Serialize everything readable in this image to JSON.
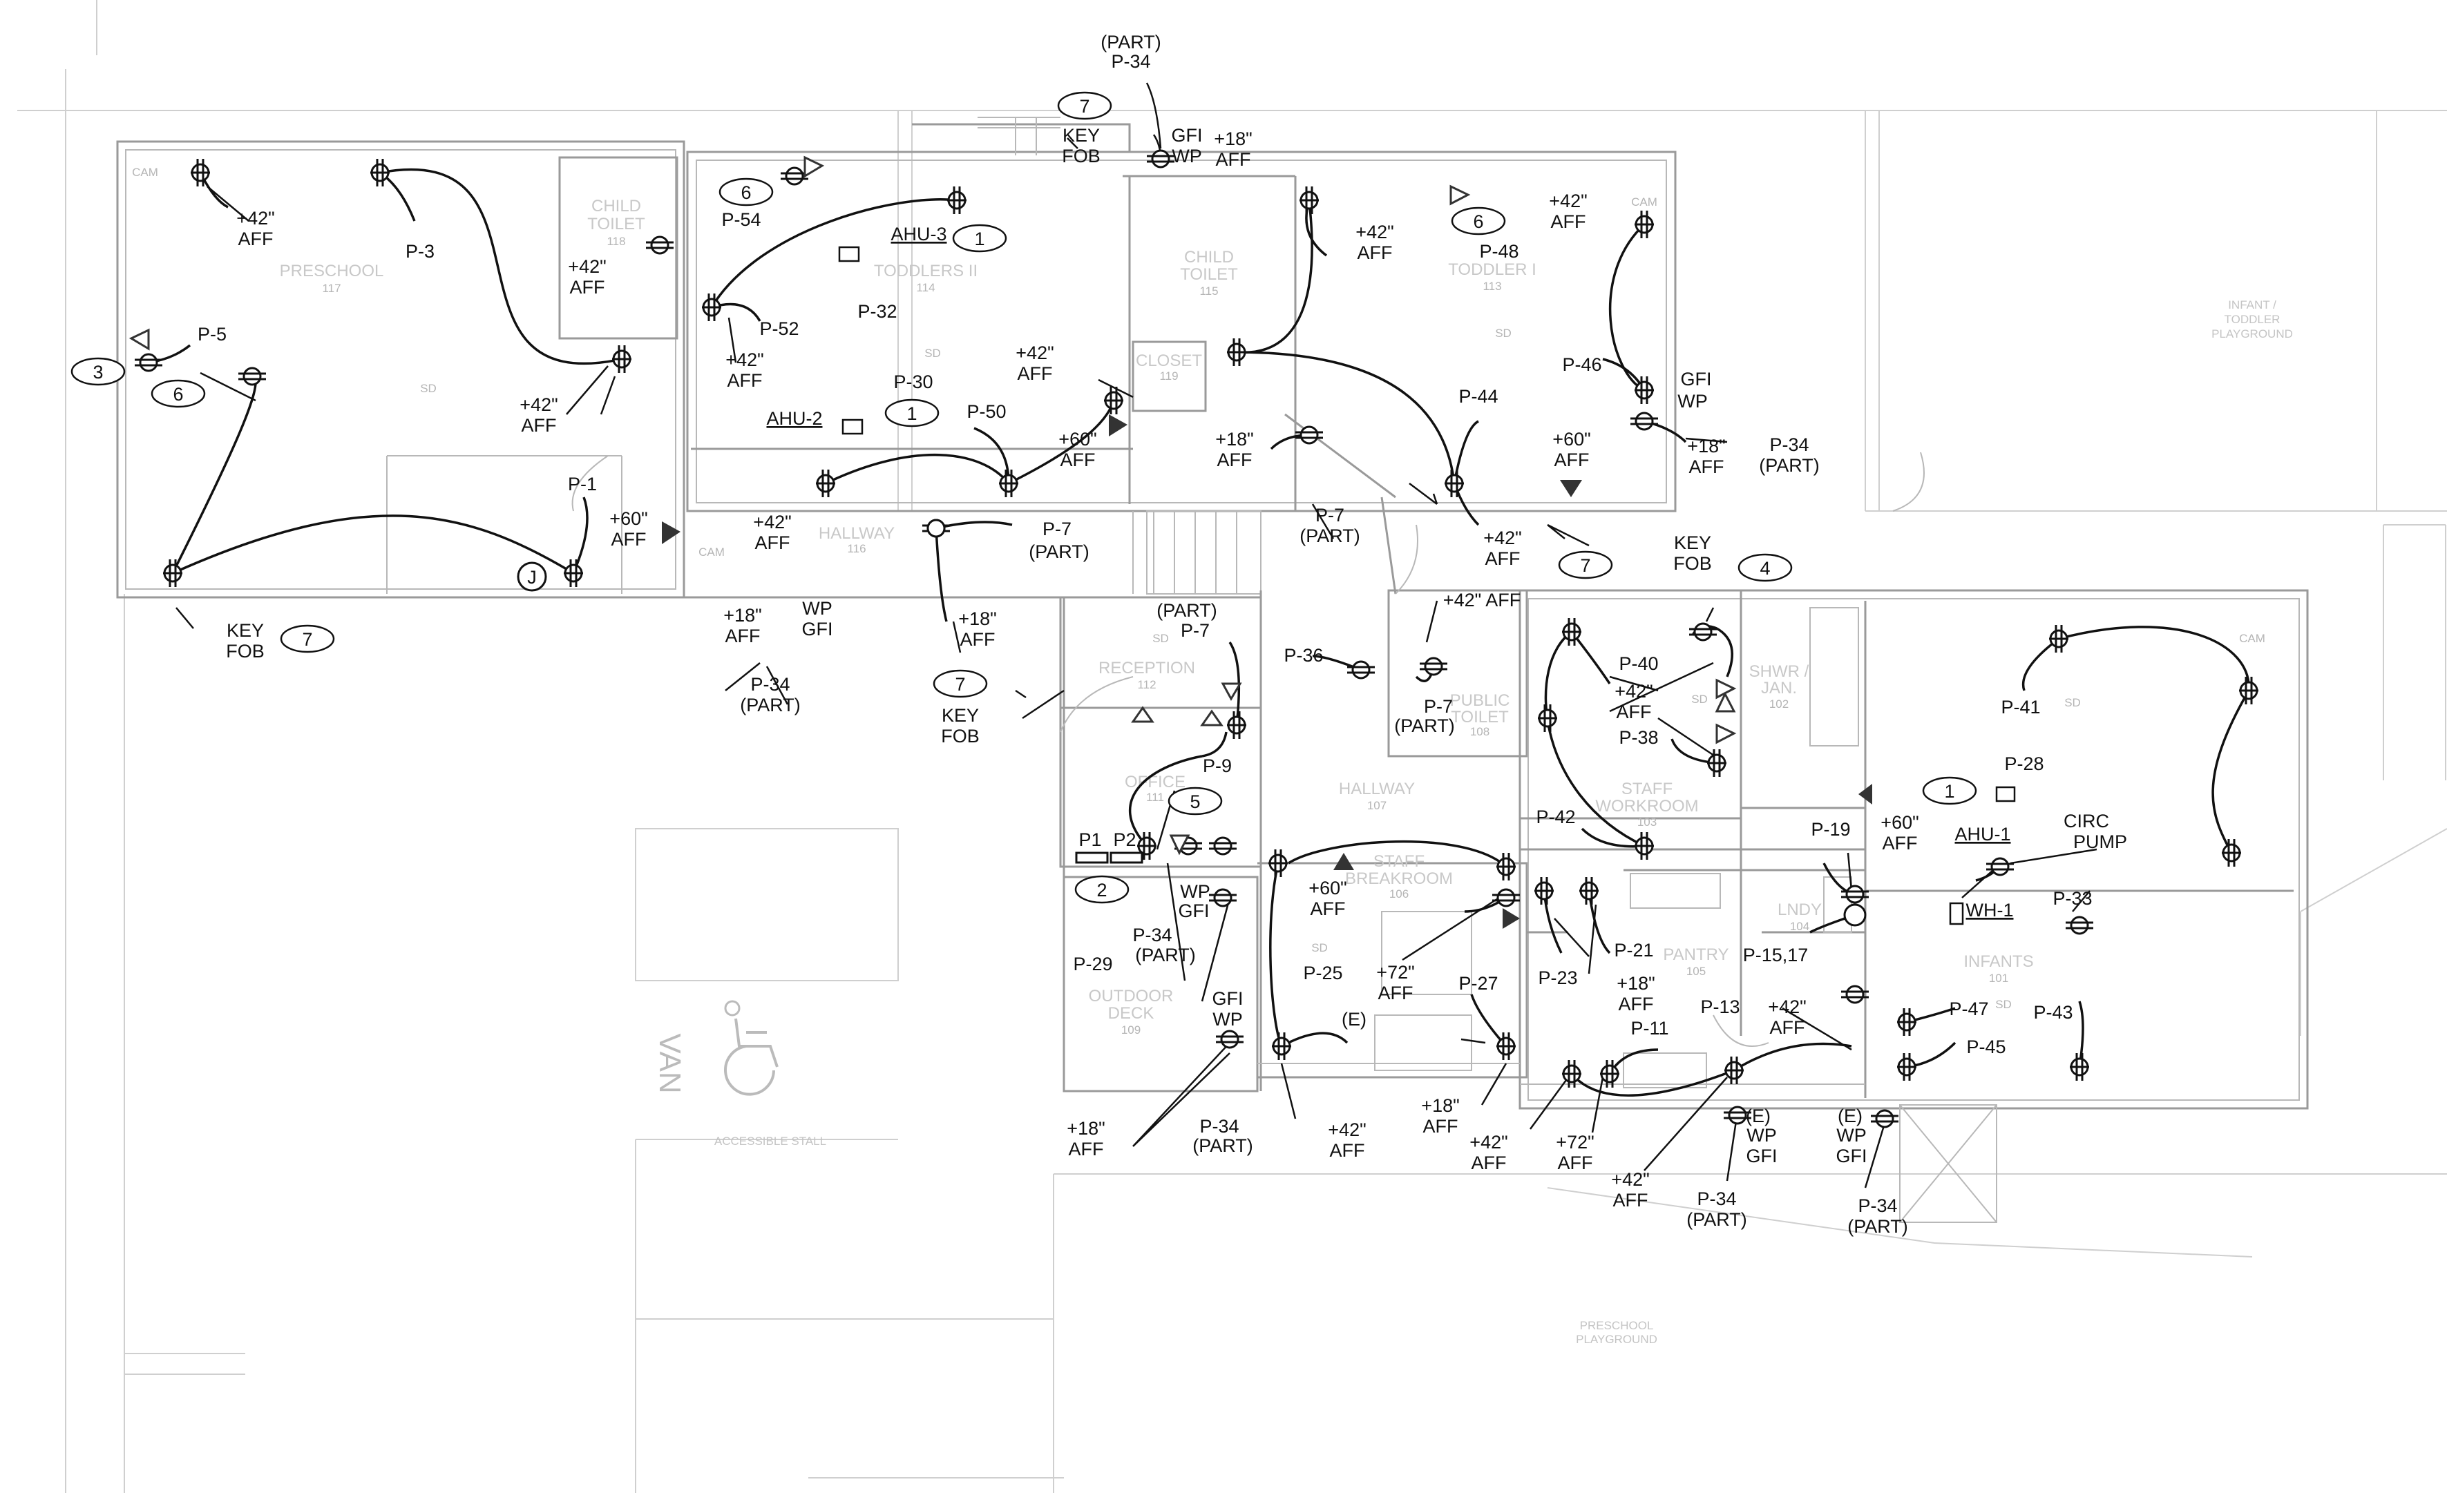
{
  "rooms": [
    {
      "name": "PRESCHOOL",
      "number": "117"
    },
    {
      "name": "CHILD TOILET",
      "number": "118"
    },
    {
      "name": "TODDLERS II",
      "number": "114"
    },
    {
      "name": "CHILD TOILET",
      "number": "115"
    },
    {
      "name": "CLOSET",
      "number": "119"
    },
    {
      "name": "TODDLER I",
      "number": "113"
    },
    {
      "name": "HALLWAY",
      "number": "116"
    },
    {
      "name": "RECEPTION",
      "number": "112"
    },
    {
      "name": "OFFICE",
      "number": "111"
    },
    {
      "name": "PUBLIC TOILET",
      "number": "108"
    },
    {
      "name": "HALLWAY",
      "number": "107"
    },
    {
      "name": "STAFF BREAKROOM",
      "number": "106"
    },
    {
      "name": "STAFF WORKROOM",
      "number": "103"
    },
    {
      "name": "SHWR / JAN.",
      "number": "102"
    },
    {
      "name": "LNDY",
      "number": "104"
    },
    {
      "name": "PANTRY",
      "number": "105"
    },
    {
      "name": "INFANTS",
      "number": "101"
    },
    {
      "name": "OUTDOOR DECK",
      "number": "109"
    }
  ],
  "site_labels": [
    "INFANT / TODDLER PLAYGROUND",
    "PRESCHOOL PLAYGROUND",
    "ACCESSIBLE STALL",
    "VAN"
  ],
  "small_labels": {
    "cam": "CAM",
    "sd": "SD"
  },
  "equipment": [
    "AHU-3",
    "AHU-2",
    "AHU-1",
    "WH-1"
  ],
  "circuit_labels": [
    "(PART)",
    "P-34",
    "P-3",
    "P-5",
    "P-54",
    "P-52",
    "P-32",
    "P-30",
    "P-50",
    "P-1",
    "P-7",
    "(PART)",
    "P-48",
    "P-46",
    "P-44",
    "P-34",
    "(PART)",
    "P-7",
    "(PART)",
    "P-34",
    "(PART)",
    "(PART)",
    "P-7",
    "P-36",
    "P-7",
    "(PART)",
    "P-9",
    "P-29",
    "P-34",
    "(PART)",
    "P-25",
    "P-27",
    "P-34",
    "(PART)",
    "P-40",
    "P-38",
    "P-42",
    "P-19",
    "P-28",
    "P-41",
    "P-33",
    "P-21",
    "P-23",
    "P-15,17",
    "P-13",
    "P-11",
    "P-47",
    "P-45",
    "P-43",
    "P-34",
    "(PART)",
    "P-34",
    "(PART)"
  ],
  "heights": [
    "+42\"",
    "+18\"",
    "+60\"",
    "+72\"",
    "+42\" AFF"
  ],
  "common": {
    "aff": "AFF",
    "gfi": "GFI",
    "wp": "WP",
    "key": "KEY",
    "fob": "FOB",
    "e": "(E)",
    "circ": "CIRC",
    "pump": "PUMP",
    "p1": "P1",
    "p2": "P2"
  },
  "keynotes": [
    "7",
    "3",
    "6",
    "1",
    "6",
    "6",
    "1",
    "7",
    "7",
    "7",
    "4",
    "5",
    "2",
    "1"
  ],
  "junction": "J"
}
